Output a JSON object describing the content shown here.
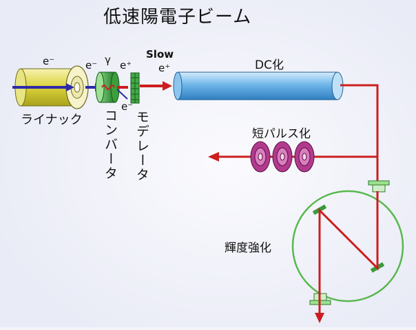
{
  "title": "低速陽電子ビーム",
  "labels": {
    "linac": "ライナック",
    "converter": "コンバータ",
    "moderator": "モデレータ",
    "dc": "DC化",
    "short_pulse": "短パルス化",
    "brightness": "輝度強化",
    "slow": "Slow",
    "e_minus": "e⁻",
    "e_plus": "e⁺",
    "gamma": "γ"
  },
  "colors": {
    "beam_red": "#cc1e1e",
    "beam_blue": "#2d2aa8",
    "tube_blue": "#6fb6ea",
    "converter_green": "#2f9a3a",
    "ring_green": "#58b84e",
    "pulse_purple": "#9c1f77",
    "linac_yellow": "#d9d23a"
  }
}
